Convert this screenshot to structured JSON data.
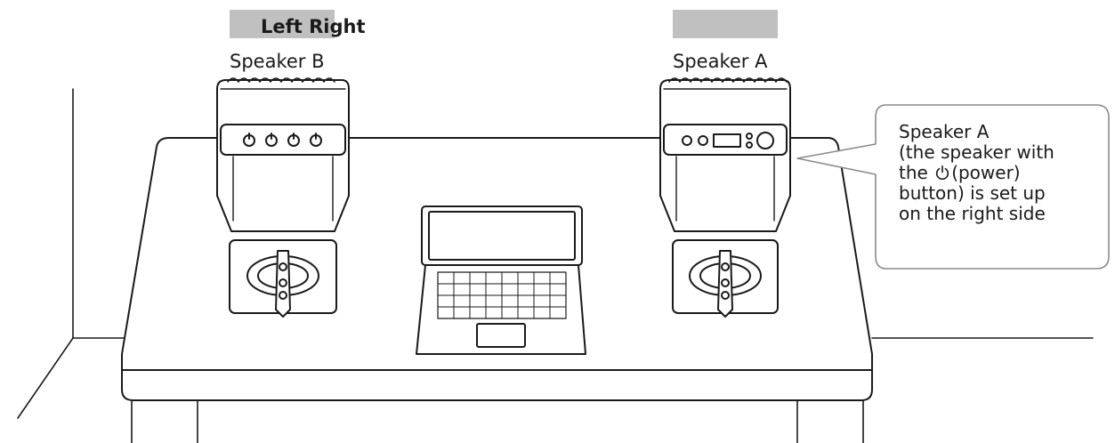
{
  "labels": {
    "left_right": "Left Right",
    "speaker_b": "Speaker B",
    "speaker_a": "Speaker A"
  },
  "callout": {
    "line1": "Speaker A",
    "line2": "(the speaker with",
    "line3_before": "the",
    "line3_after": "(power)",
    "line4": "button) is set up",
    "line5": "on the right side"
  },
  "icons": [
    "power-icon",
    "laptop-icon",
    "speaker-icon"
  ],
  "colors": {
    "label_bar": "#c0c0c0",
    "line": "#1a1a1a"
  }
}
